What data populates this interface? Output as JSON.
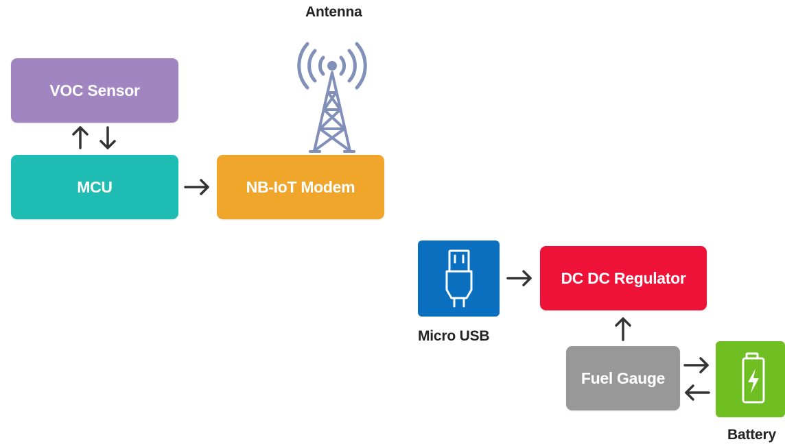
{
  "blocks": {
    "voc_sensor": {
      "label": "VOC Sensor",
      "color": "#a185c0"
    },
    "mcu": {
      "label": "MCU",
      "color": "#1fbcb4"
    },
    "modem": {
      "label": "NB-IoT Modem",
      "color": "#f0a52b"
    },
    "regulator": {
      "label": "DC DC Regulator",
      "color": "#ee1238"
    },
    "fuel_gauge": {
      "label": "Fuel Gauge",
      "color": "#989898"
    }
  },
  "icons": {
    "antenna": {
      "icon": "antenna-tower-icon",
      "label": "Antenna",
      "color": "#8090b8"
    },
    "micro_usb": {
      "icon": "usb-plug-icon",
      "label": "Micro USB",
      "color": "#0b6fc0"
    },
    "battery": {
      "icon": "battery-charging-icon",
      "label": "Battery",
      "color": "#6fbe22"
    }
  },
  "arrow_color": "#333333"
}
